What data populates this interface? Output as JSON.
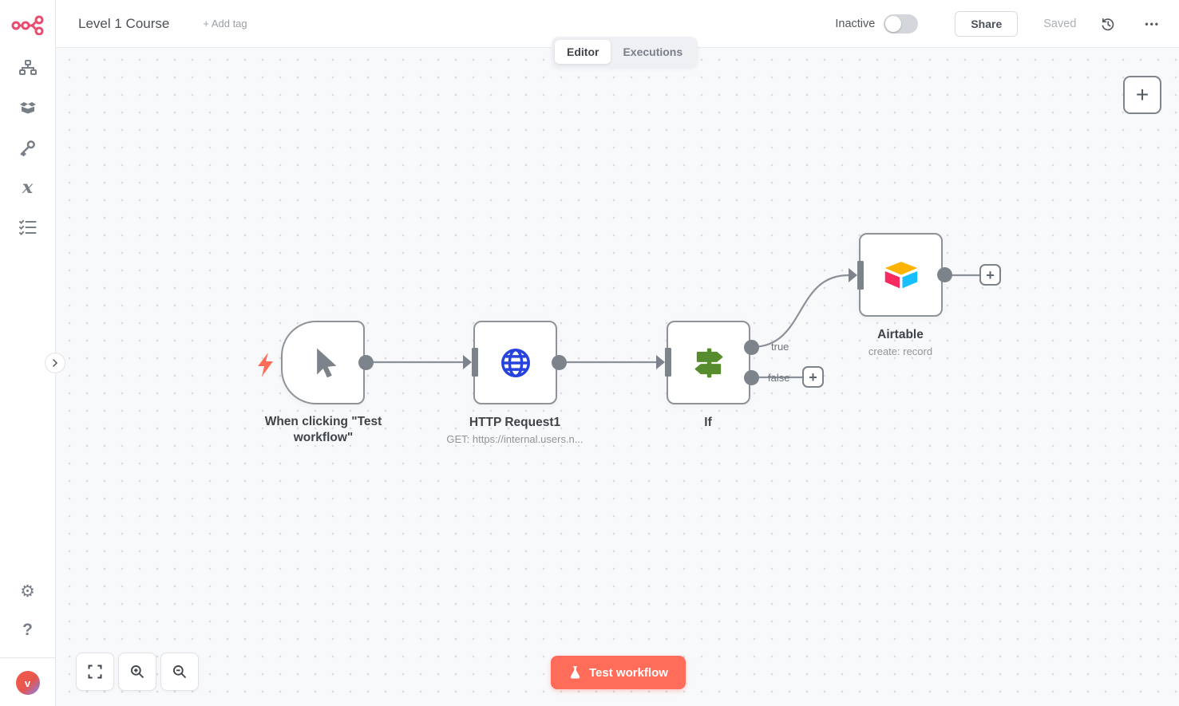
{
  "header": {
    "title": "Level 1 Course",
    "add_tag_label": "+ Add tag",
    "activation_state": "Inactive",
    "share_label": "Share",
    "save_status": "Saved",
    "overflow_glyph": "•••"
  },
  "tabs": {
    "editor": "Editor",
    "executions": "Executions"
  },
  "sidebar": {
    "variables_glyph": "x",
    "settings_glyph": "⚙",
    "help_glyph": "?",
    "avatar_initial": "v"
  },
  "canvas": {
    "plus_glyph": "+",
    "nodes": [
      {
        "name": "When clicking \"Test workflow\"",
        "type": "manual-trigger"
      },
      {
        "name": "HTTP Request1",
        "subtitle": "GET: https://internal.users.n...",
        "type": "http-request"
      },
      {
        "name": "If",
        "type": "if"
      },
      {
        "name": "Airtable",
        "subtitle": "create: record",
        "type": "airtable"
      }
    ],
    "connection_labels": {
      "true": "true",
      "false": "false"
    },
    "test_workflow_label": "Test workflow"
  },
  "colors": {
    "brand_accent": "#ea4b71",
    "primary_button": "#ff6d5a",
    "node_border": "#8e9397",
    "connector": "#8b9198",
    "trigger_bolt": "#ff6d5a",
    "http_icon_blue": "#2743de",
    "if_icon_green": "#568c2e",
    "airtable_yellow": "#fcb400",
    "airtable_red": "#f82b60",
    "airtable_blue": "#18bfff"
  }
}
